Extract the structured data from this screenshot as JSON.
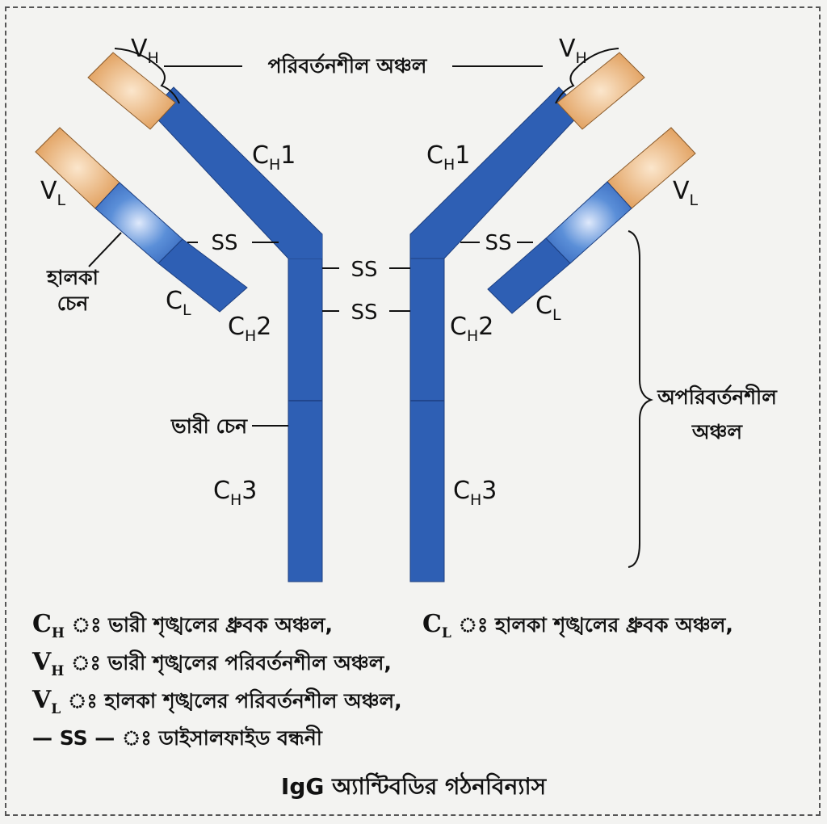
{
  "labels": {
    "vh": "V",
    "vh_sub": "H",
    "vl": "V",
    "vl_sub": "L",
    "ch": "C",
    "ch_sub": "H",
    "cl": "C",
    "cl_sub": "L",
    "ch1_num": "1",
    "ch2_num": "2",
    "ch3_num": "3",
    "variable_region": "পরিবর্তনশীল অঞ্চল",
    "light_chain_line1": "হালকা",
    "light_chain_line2": "চেন",
    "heavy_chain": "ভারী চেন",
    "constant_region_line1": "অপরিবর্তনশীল",
    "constant_region_line2": "অঞ্চল",
    "ss": "SS"
  },
  "legend": {
    "ch_text": "ঃ ভারী শৃঙ্খলের ধ্রুবক অঞ্চল,",
    "cl_text": "ঃ হালকা শৃঙ্খলের ধ্রুবক অঞ্চল,",
    "vh_text": "ঃ ভারী শৃঙ্খলের পরিবর্তনশীল অঞ্চল,",
    "vl_text": "ঃ হালকা শৃঙ্খলের পরিবর্তনশীল অঞ্চল,",
    "ss_symbol": "— SS —",
    "ss_text": "ঃ ডাইসালফাইড বন্ধনী"
  },
  "caption": "IgG অ্যান্টিবডির গঠনবিন্যাস",
  "colors": {
    "heavy_chain_blue": "#2e5fb4",
    "light_chain_light_blue": "#5b8fd8",
    "variable_orange": "#e0a060",
    "variable_light": "#f4d2a8"
  }
}
